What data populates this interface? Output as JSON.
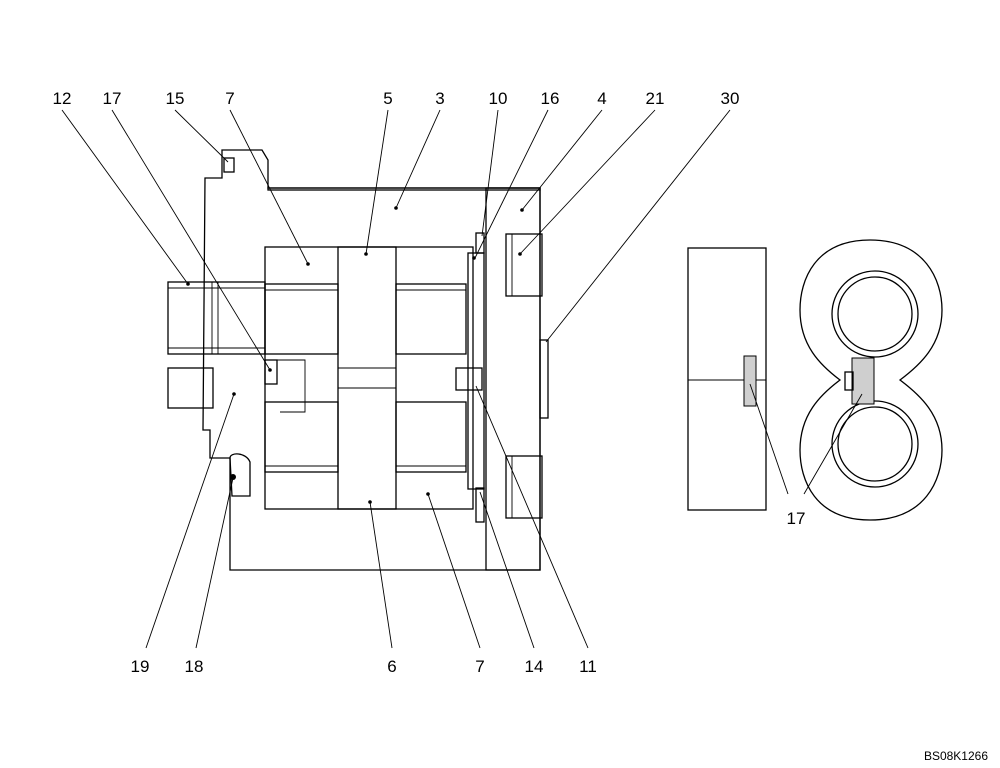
{
  "drawing": {
    "reference_code": "BS08K1266",
    "callouts_top": [
      "12",
      "17",
      "15",
      "7",
      "5",
      "3",
      "10",
      "16",
      "4",
      "21",
      "30"
    ],
    "callouts_bottom": [
      "19",
      "18",
      "6",
      "7",
      "14",
      "11"
    ],
    "callouts_detail": [
      "17"
    ]
  }
}
